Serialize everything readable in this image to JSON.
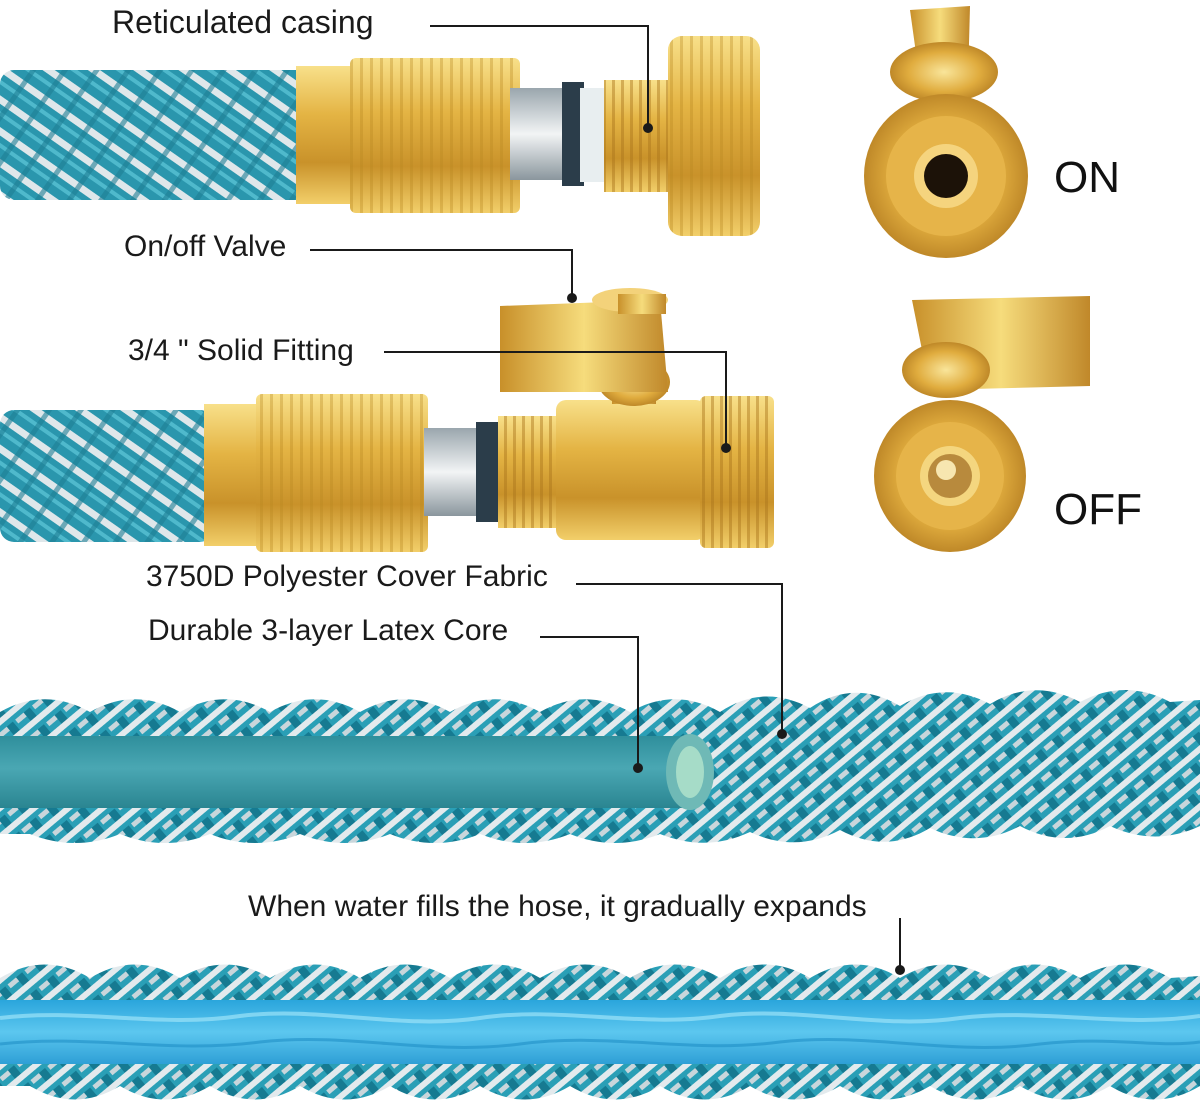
{
  "labels": {
    "reticulated_casing": "Reticulated  casing",
    "on_off_valve": "On/off Valve",
    "solid_fitting": "3/4 \" Solid  Fitting",
    "cover_fabric": "3750D Polyester Cover Fabric",
    "latex_core": "Durable 3-layer Latex Core",
    "expands": "When water fills the hose, it gradually expands"
  },
  "valve_states": {
    "on": "ON",
    "off": "OFF"
  },
  "colors": {
    "brass": "#d9a83a",
    "brass_light": "#f6dc7c",
    "hose_teal": "#2d9bb0",
    "hose_weave_light": "#d8e2e6",
    "latex_core": "#3e9aa6",
    "water_blue": "#3fb3e3",
    "leader_line": "#1a1a1a"
  }
}
